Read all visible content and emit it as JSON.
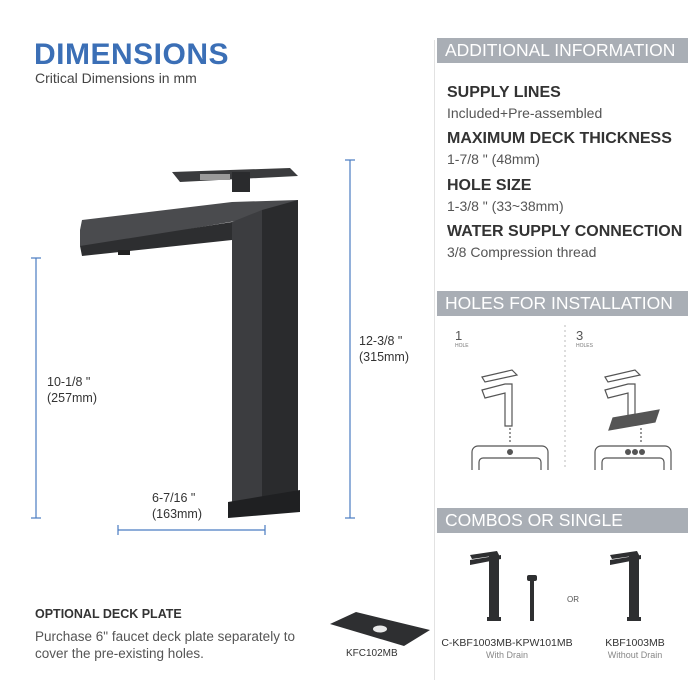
{
  "header": {
    "title": "DIMENSIONS",
    "subtitle": "Critical Dimensions in mm"
  },
  "dimensions": {
    "height_spout": {
      "imperial": "10-1/8 \"",
      "metric": "(257mm)"
    },
    "height_total": {
      "imperial": "12-3/8 \"",
      "metric": "(315mm)"
    },
    "reach": {
      "imperial": "6-7/16 \"",
      "metric": "(163mm)"
    }
  },
  "colors": {
    "accent": "#3b6fb6",
    "header_bar": "#a9aeb5",
    "faucet": "#2e2f31"
  },
  "additional": {
    "header": "ADDITIONAL INFORMATION",
    "specs": [
      {
        "label": "SUPPLY LINES",
        "value": "Included+Pre-assembled"
      },
      {
        "label": "MAXIMUM DECK THICKNESS",
        "value": "1-7/8 \" (48mm)"
      },
      {
        "label": "HOLE SIZE",
        "value": "1-3/8 \" (33~38mm)"
      },
      {
        "label": "WATER SUPPLY CONNECTION",
        "value": "3/8 Compression thread"
      }
    ]
  },
  "holes": {
    "header": "HOLES FOR INSTALLATION",
    "options": [
      {
        "count": "1",
        "unit": "HOLE"
      },
      {
        "count": "3",
        "unit": "HOLES"
      }
    ]
  },
  "combos": {
    "header": "COMBOS OR SINGLE",
    "or_label": "OR",
    "items": [
      {
        "model": "C-KBF1003MB-KPW101MB",
        "note": "With Drain"
      },
      {
        "model": "KBF1003MB",
        "note": "Without Drain"
      }
    ]
  },
  "deck_plate": {
    "title": "OPTIONAL DECK PLATE",
    "description": "Purchase 6\" faucet deck plate separately to cover the pre-existing holes.",
    "model": "KFC102MB"
  }
}
